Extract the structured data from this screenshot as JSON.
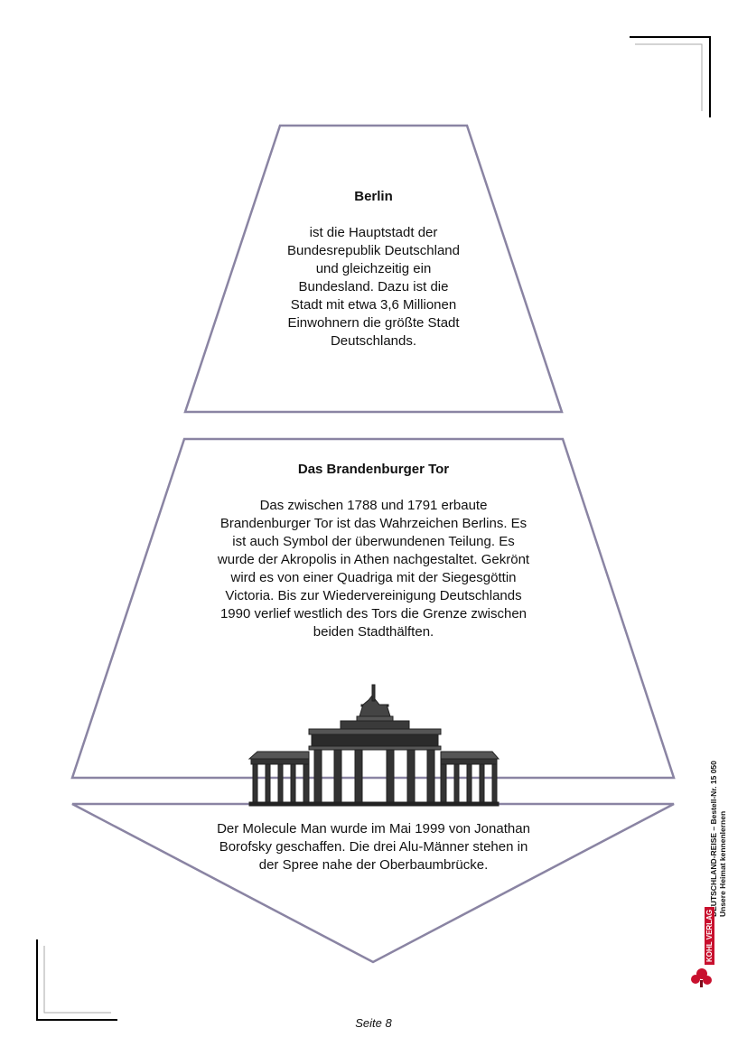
{
  "section1": {
    "title": "Berlin",
    "lines": [
      "ist die Hauptstadt der",
      "Bundesrepublik Deutschland",
      "und gleichzeitig ein",
      "Bundesland. Dazu ist die",
      "Stadt mit etwa 3,6 Millionen",
      "Einwohnern die größte Stadt",
      "Deutschlands."
    ]
  },
  "section2": {
    "title": "Das Brandenburger Tor",
    "lines": [
      "Das zwischen 1788 und 1791 erbaute",
      "Brandenburger Tor ist das Wahrzeichen Berlins. Es",
      "ist auch Symbol der überwundenen Teilung. Es",
      "wurde der Akropolis in Athen nachgestaltet. Gekrönt",
      "wird es von einer Quadriga mit der Siegesgöttin",
      "Victoria. Bis zur Wiedervereinigung Deutschlands",
      "1990 verlief westlich des Tors die Grenze zwischen",
      "beiden Stadthälften."
    ]
  },
  "section3": {
    "lines": [
      "Der Molecule Man wurde im Mai 1999 von Jonathan",
      "Borofsky geschaffen. Die drei Alu-Männer stehen in",
      "der Spree nahe der Oberbaumbrücke."
    ]
  },
  "sidebar": {
    "line1": "DEUTSCHLAND-REISE  –  Bestell-Nr. 15 050",
    "line2": "Unsere Heimat kennenlernen",
    "publisher": "KOHL VERLAG"
  },
  "footer": {
    "page": "Seite 8"
  },
  "colors": {
    "shape_stroke": "#8a84a3",
    "corner": "#000000",
    "logo_red": "#c8102e"
  }
}
